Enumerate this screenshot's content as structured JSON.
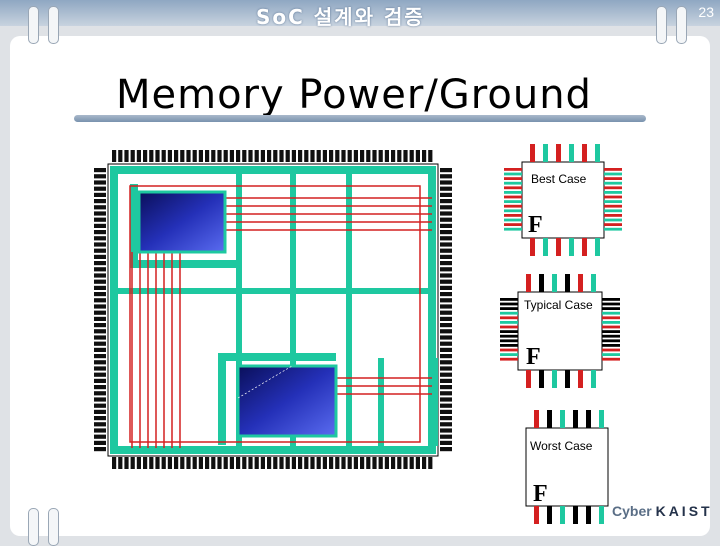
{
  "header": {
    "title": "SoC 설계와 검증",
    "page_number": "23"
  },
  "slide": {
    "title": "Memory  Power/Ground"
  },
  "cases": [
    {
      "label": "Best Case",
      "glyph": "F"
    },
    {
      "label": "Typical Case",
      "glyph": "F"
    },
    {
      "label": "Worst Case",
      "glyph": "F"
    }
  ],
  "logo": {
    "text1": "Cyber",
    "text2": "KAIST"
  },
  "colors": {
    "power_rail": "#1ec8a0",
    "ground_line": "#d42020",
    "memory_block": "#1e2a9a",
    "pad": "#101010"
  }
}
